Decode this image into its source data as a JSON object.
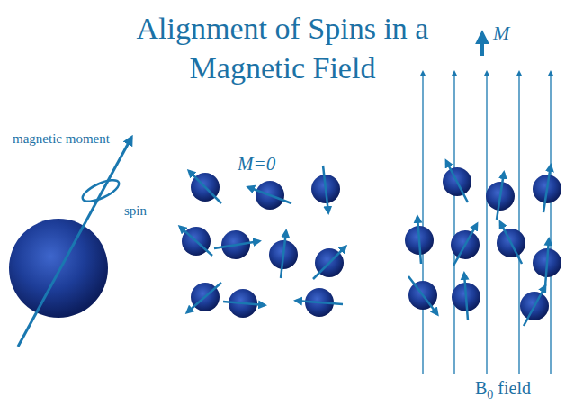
{
  "diagram": {
    "title": "Alignment of Spins in a Magnetic Field",
    "labels": [
      "magnetic moment",
      "spin",
      "M=0",
      "M",
      "B0 field"
    ]
  }
}
